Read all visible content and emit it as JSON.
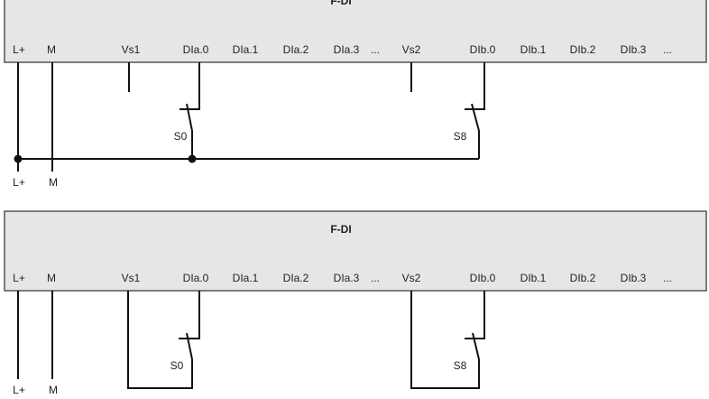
{
  "colors": {
    "module_fill": "#e6e6e6",
    "wire": "#111111"
  },
  "diagrams": [
    {
      "module_title": "F-DI",
      "terminals": [
        "L+",
        "M",
        "Vs1",
        "DIa.0",
        "DIa.1",
        "DIa.2",
        "DIa.3",
        "...",
        "Vs2",
        "DIb.0",
        "DIb.1",
        "DIb.2",
        "DIb.3",
        "..."
      ],
      "switches": [
        "S0",
        "S8"
      ],
      "supply_labels": [
        "L+",
        "M"
      ]
    },
    {
      "module_title": "F-DI",
      "terminals": [
        "L+",
        "M",
        "Vs1",
        "DIa.0",
        "DIa.1",
        "DIa.2",
        "DIa.3",
        "...",
        "Vs2",
        "DIb.0",
        "DIb.1",
        "DIb.2",
        "DIb.3",
        "..."
      ],
      "switches": [
        "S0",
        "S8"
      ],
      "supply_labels": [
        "L+",
        "M"
      ]
    }
  ]
}
